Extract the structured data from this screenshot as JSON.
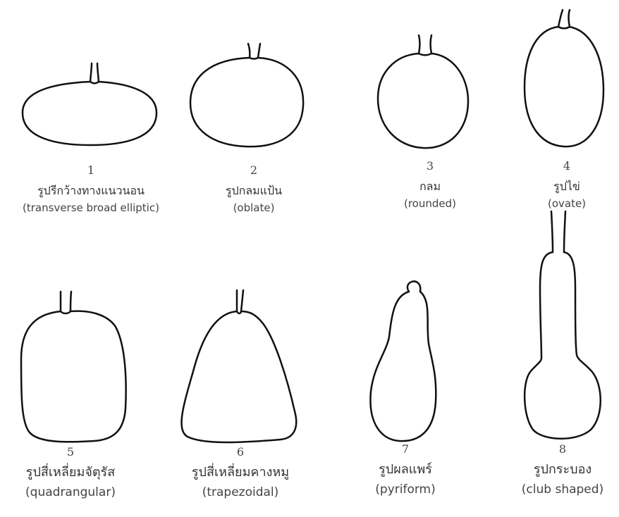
{
  "items": [
    {
      "number": "1",
      "thai": "รูปรีกว้างทางแนวนอน",
      "english": "(transverse broad elliptic)"
    },
    {
      "number": "2",
      "thai": "รูปกลมแป้น",
      "english": "(oblate)"
    },
    {
      "number": "3",
      "thai": "กลม",
      "english": "(rounded)"
    },
    {
      "number": "4",
      "thai": "รูปไข่",
      "english": "(ovate)"
    },
    {
      "number": "5",
      "thai": "รูปสี่เหลี่ยมจัตุรัส",
      "english": "(quadrangular)"
    },
    {
      "number": "6",
      "thai": "รูปสี่เหลี่ยมคางหมู",
      "english": "(trapezoidal)"
    },
    {
      "number": "7",
      "thai": "รูปผลแพร์",
      "english": "(pyriform)"
    },
    {
      "number": "8",
      "thai": "รูปกระบอง",
      "english": "(club shaped)"
    }
  ]
}
